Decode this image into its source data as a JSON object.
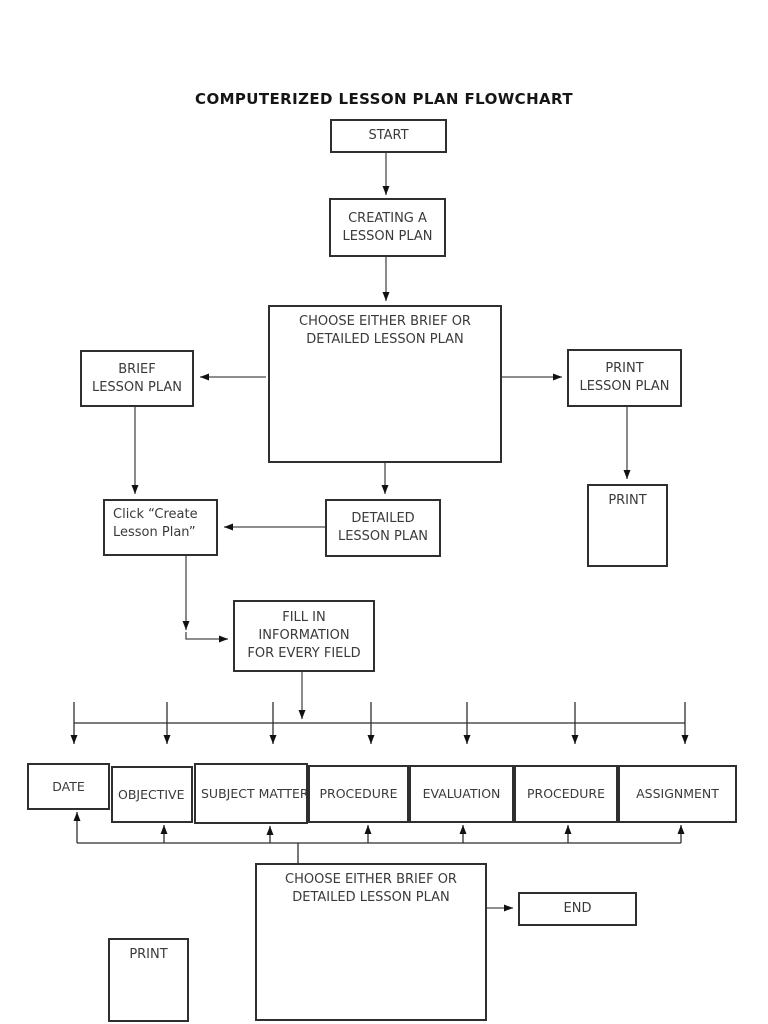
{
  "title": "COMPUTERIZED LESSON PLAN FLOWCHART",
  "nodes": {
    "start": {
      "label": "START"
    },
    "creating": {
      "lines": [
        "CREATING A",
        "LESSON PLAN"
      ]
    },
    "choose_top": {
      "lines": [
        "CHOOSE EITHER BRIEF OR",
        "DETAILED LESSON PLAN"
      ]
    },
    "brief": {
      "lines": [
        "BRIEF",
        "LESSON PLAN"
      ]
    },
    "print_lesson_plan": {
      "lines": [
        "PRINT",
        "LESSON PLAN"
      ]
    },
    "print_right": {
      "label": "PRINT"
    },
    "detailed": {
      "lines": [
        "DETAILED",
        "LESSON PLAN"
      ]
    },
    "click_create": {
      "lines": [
        "Click “Create",
        "Lesson Plan”"
      ]
    },
    "fill_in": {
      "lines": [
        "FILL IN",
        "INFORMATION",
        "FOR EVERY FIELD"
      ]
    },
    "fields": [
      "DATE",
      "OBJECTIVE",
      "SUBJECT MATTER",
      "PROCEDURE",
      "EVALUATION",
      "PROCEDURE",
      "ASSIGNMENT"
    ],
    "choose_bottom": {
      "lines": [
        "CHOOSE EITHER BRIEF OR",
        "DETAILED LESSON PLAN"
      ]
    },
    "end": {
      "label": "END"
    },
    "print_bottom": {
      "label": "PRINT"
    }
  },
  "colors": {
    "background": "#ffffff",
    "box_border": "#2f2f2f",
    "connector": "#4a4a4a",
    "text": "#3a3a3a"
  }
}
